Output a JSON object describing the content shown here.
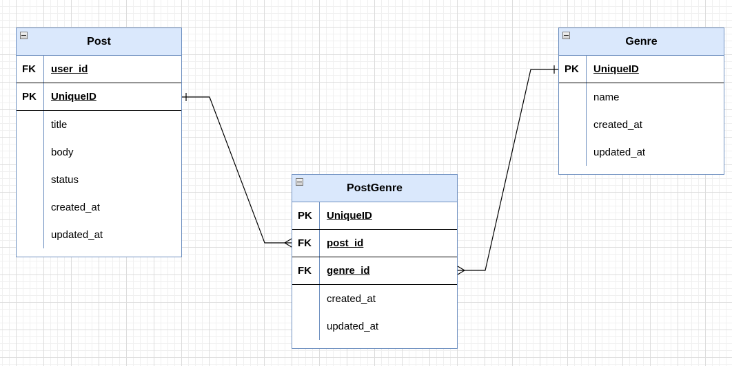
{
  "entities": {
    "post": {
      "title": "Post",
      "rows": [
        {
          "key": "FK",
          "field": "user_id"
        },
        {
          "key": "PK",
          "field": "UniqueID"
        },
        {
          "key": "",
          "field": "title"
        },
        {
          "key": "",
          "field": "body"
        },
        {
          "key": "",
          "field": "status"
        },
        {
          "key": "",
          "field": "created_at"
        },
        {
          "key": "",
          "field": "updated_at"
        }
      ]
    },
    "postgenre": {
      "title": "PostGenre",
      "rows": [
        {
          "key": "PK",
          "field": "UniqueID"
        },
        {
          "key": "FK",
          "field": "post_id"
        },
        {
          "key": "FK",
          "field": "genre_id"
        },
        {
          "key": "",
          "field": "created_at"
        },
        {
          "key": "",
          "field": "updated_at"
        }
      ]
    },
    "genre": {
      "title": "Genre",
      "rows": [
        {
          "key": "PK",
          "field": "UniqueID"
        },
        {
          "key": "",
          "field": "name"
        },
        {
          "key": "",
          "field": "created_at"
        },
        {
          "key": "",
          "field": "updated_at"
        }
      ]
    }
  },
  "relationships": [
    {
      "from": "post.UniqueID",
      "from_cardinality": "one",
      "to": "postgenre.post_id",
      "to_cardinality": "many"
    },
    {
      "from": "genre.UniqueID",
      "from_cardinality": "one",
      "to": "postgenre.genre_id",
      "to_cardinality": "many"
    }
  ],
  "colors": {
    "header_fill": "#dae8fc",
    "entity_border": "#6c8ebf",
    "line": "#000000"
  }
}
